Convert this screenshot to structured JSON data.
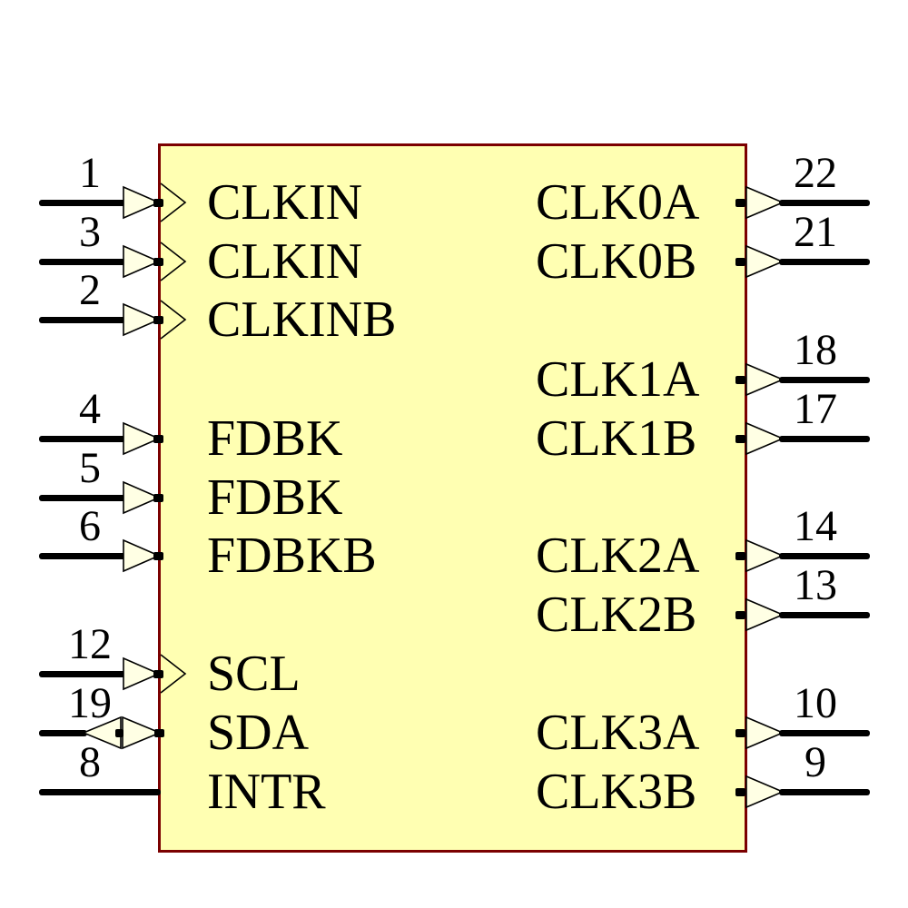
{
  "component": {
    "kind": "ic-schematic-symbol",
    "body_fill": "#FFFFB2",
    "body_border_color": "#7B0000",
    "arrow_fill": "#FFFFE4",
    "wire_color": "#000000",
    "text_color": "#000000"
  },
  "left_pins": [
    {
      "number": "1",
      "label": "CLKIN",
      "direction": "input",
      "arrow": "double-arrow-icon"
    },
    {
      "number": "3",
      "label": "CLKIN",
      "direction": "input",
      "arrow": "double-arrow-icon"
    },
    {
      "number": "2",
      "label": "CLKINB",
      "direction": "input",
      "arrow": "double-arrow-icon"
    },
    {
      "number": "4",
      "label": "FDBK",
      "direction": "input",
      "arrow": "single-arrow-icon"
    },
    {
      "number": "5",
      "label": "FDBK",
      "direction": "input",
      "arrow": "single-arrow-icon"
    },
    {
      "number": "6",
      "label": "FDBKB",
      "direction": "input",
      "arrow": "single-arrow-icon"
    },
    {
      "number": "12",
      "label": "SCL",
      "direction": "input",
      "arrow": "double-arrow-icon"
    },
    {
      "number": "19",
      "label": "SDA",
      "direction": "bidirectional",
      "arrow": "bidirectional-arrow-icon"
    },
    {
      "number": "8",
      "label": "INTR",
      "direction": "plain",
      "arrow": "none"
    }
  ],
  "right_pins": [
    {
      "number": "22",
      "label": "CLK0A",
      "direction": "output",
      "arrow": "single-arrow-icon"
    },
    {
      "number": "21",
      "label": "CLK0B",
      "direction": "output",
      "arrow": "single-arrow-icon"
    },
    {
      "number": "18",
      "label": "CLK1A",
      "direction": "output",
      "arrow": "single-arrow-icon"
    },
    {
      "number": "17",
      "label": "CLK1B",
      "direction": "output",
      "arrow": "single-arrow-icon"
    },
    {
      "number": "14",
      "label": "CLK2A",
      "direction": "output",
      "arrow": "single-arrow-icon"
    },
    {
      "number": "13",
      "label": "CLK2B",
      "direction": "output",
      "arrow": "single-arrow-icon"
    },
    {
      "number": "10",
      "label": "CLK3A",
      "direction": "output",
      "arrow": "single-arrow-icon"
    },
    {
      "number": "9",
      "label": "CLK3B",
      "direction": "output",
      "arrow": "single-arrow-icon"
    }
  ]
}
